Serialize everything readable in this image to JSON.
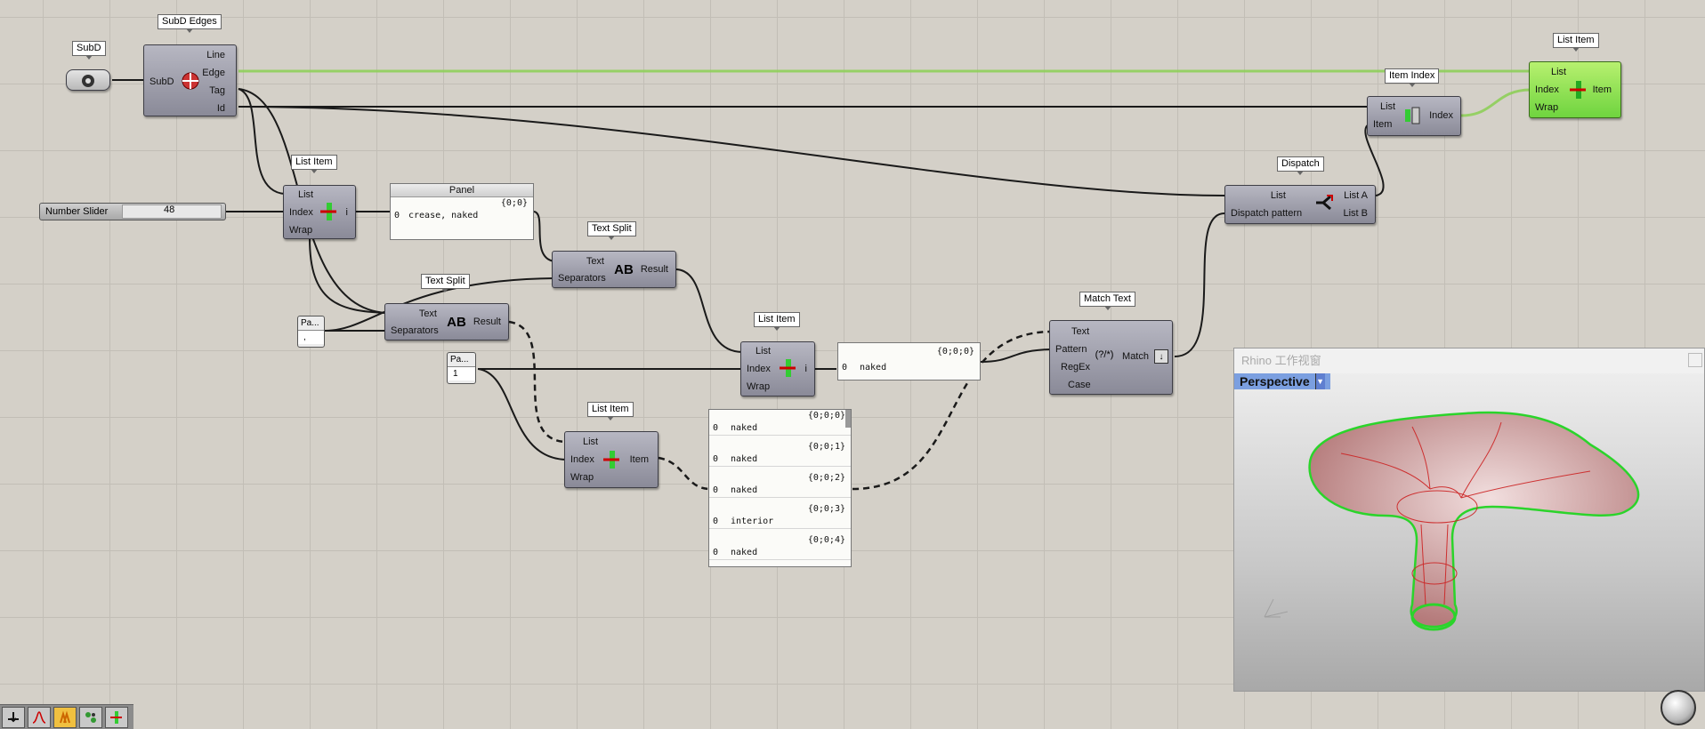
{
  "canvas": {
    "grid_color": "#c2beb6",
    "background": "#d4d0c8"
  },
  "components": {
    "subd_param": {
      "tag": "SubD"
    },
    "subd_edges": {
      "tag": "SubD Edges",
      "input": "SubD",
      "outputs": [
        "Line",
        "Edge",
        "Tag",
        "Id"
      ]
    },
    "list_item_1": {
      "tag": "List Item",
      "inputs": [
        "List",
        "Index",
        "Wrap"
      ],
      "output": "i"
    },
    "number_slider": {
      "label": "Number Slider",
      "value": "48"
    },
    "panel_1": {
      "title": "Panel",
      "path": "{0;0}",
      "index": "0",
      "value": "crease, naked"
    },
    "text_split_1": {
      "tag": "Text Split",
      "inputs": [
        "Text",
        "Separators"
      ],
      "output": "Result"
    },
    "text_split_2": {
      "tag": "Text Split",
      "inputs": [
        "Text",
        "Separators"
      ],
      "output": "Result"
    },
    "pa_1": {
      "label": "Pa...",
      "value": ","
    },
    "pa_2": {
      "label": "Pa...",
      "value": "1"
    },
    "list_item_2": {
      "tag": "List Item",
      "inputs": [
        "List",
        "Index",
        "Wrap"
      ],
      "output": "i"
    },
    "panel_2": {
      "path": "{0;0;0}",
      "index": "0",
      "value": "naked"
    },
    "list_item_3": {
      "tag": "List Item",
      "inputs": [
        "List",
        "Index",
        "Wrap"
      ],
      "output": "Item"
    },
    "list_panel": {
      "rows": [
        {
          "path": "{0;0;0}",
          "index": "0",
          "value": "naked"
        },
        {
          "path": "{0;0;1}",
          "index": "0",
          "value": "naked"
        },
        {
          "path": "{0;0;2}",
          "index": "0",
          "value": "naked"
        },
        {
          "path": "{0;0;3}",
          "index": "0",
          "value": "interior"
        },
        {
          "path": "{0;0;4}",
          "index": "0",
          "value": "naked"
        }
      ]
    },
    "match_text": {
      "tag": "Match Text",
      "inputs": [
        "Text",
        "Pattern",
        "RegEx",
        "Case"
      ],
      "output": "Match"
    },
    "dispatch": {
      "tag": "Dispatch",
      "inputs": [
        "List",
        "Dispatch pattern"
      ],
      "outputs": [
        "List A",
        "List B"
      ]
    },
    "item_index": {
      "tag": "Item Index",
      "inputs": [
        "List",
        "Item"
      ],
      "output": "Index"
    },
    "list_item_4": {
      "tag": "List Item",
      "inputs": [
        "List",
        "Index",
        "Wrap"
      ],
      "output": "Item"
    }
  },
  "viewport": {
    "title": "Rhino 工作视窗",
    "view_name": "Perspective"
  },
  "toolbar": {
    "items": [
      "bake-icon",
      "graph-icon",
      "fire-icon",
      "cluster-icon",
      "list-item-icon"
    ]
  }
}
